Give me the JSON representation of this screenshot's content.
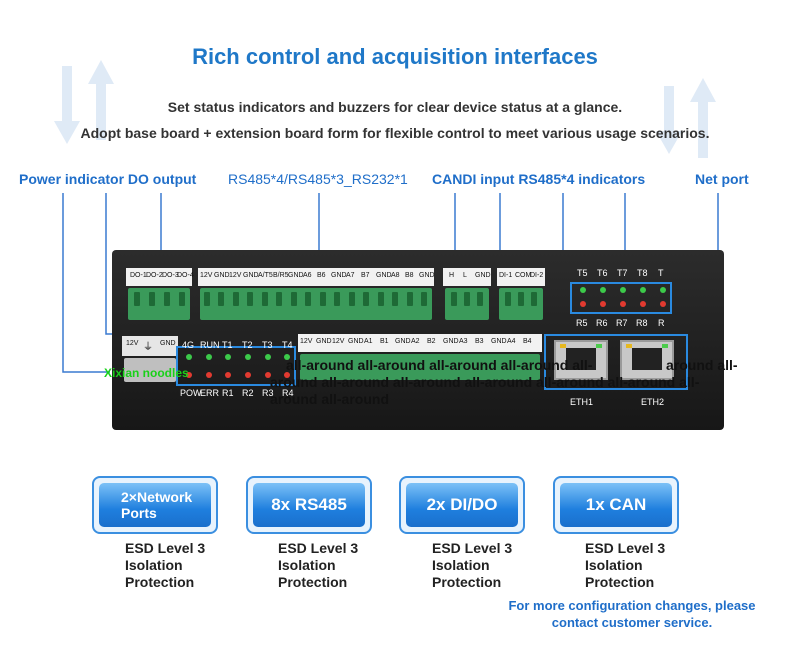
{
  "header": {
    "title": "Rich control and acquisition interfaces",
    "line1": "Set status indicators and buzzers for clear device status at a glance.",
    "line2": "Adopt base board + extension board form for flexible control to meet various usage scenarios."
  },
  "callouts": {
    "power_do": "Power indicator DO output",
    "rs485": "RS485*4/RS485*3_RS232*1",
    "can_di": "CANDI input RS485*4 indicators",
    "net_port": "Net port"
  },
  "device": {
    "left_terminal_labels": [
      "DO-1",
      "DO-2",
      "DO-3",
      "DO-4"
    ],
    "main_terminal_labels": [
      "12V",
      "GND",
      "12V",
      "GND",
      "A/T5",
      "B/R5",
      "GND",
      "A6",
      "B6",
      "GND",
      "A7",
      "B7",
      "GND",
      "A8",
      "B8",
      "GND"
    ],
    "can_labels": [
      "H",
      "L",
      "GND"
    ],
    "di_labels": [
      "DI-1",
      "COM",
      "DI-2"
    ],
    "lower_terminal_labels": [
      "12V",
      "GND",
      "12V",
      "GND",
      "A1",
      "B1",
      "GND",
      "A2",
      "B2",
      "GND",
      "A3",
      "B3",
      "GND",
      "A4",
      "B4"
    ],
    "status_labels_top": [
      "4G",
      "RUN",
      "T1",
      "T2",
      "T3",
      "T4"
    ],
    "status_labels_bottom": [
      "POW",
      "ERR",
      "R1",
      "R2",
      "R3",
      "R4"
    ],
    "net_led_top": [
      "T5",
      "T6",
      "T7",
      "T8",
      "T"
    ],
    "net_led_bottom": [
      "R5",
      "R6",
      "R7",
      "R8",
      "R"
    ],
    "eth_labels": [
      "ETH1",
      "ETH2"
    ],
    "power_block_label": "12V",
    "gnd_label": "GND"
  },
  "overlay": {
    "green_label": "Xixian noodles",
    "line1": "all-around all-around all-around all-around all-",
    "line1b": "around all-",
    "line2": "around all-around all-around all-around all-around all-around all-",
    "line3": "around all-around"
  },
  "features": [
    {
      "label": "2×Network Ports",
      "desc1": "ESD Level 3",
      "desc2": "Isolation",
      "desc3": "Protection"
    },
    {
      "label": "8x RS485",
      "desc1": "ESD Level 3",
      "desc2": "Isolation",
      "desc3": "Protection"
    },
    {
      "label": "2x DI/DO",
      "desc1": "ESD Level 3",
      "desc2": "Isolation",
      "desc3": "Protection"
    },
    {
      "label": "1x CAN",
      "desc1": "ESD Level 3",
      "desc2": "Isolation",
      "desc3": "Protection"
    }
  ],
  "footer": {
    "line1": "For more configuration changes, please",
    "line2": "contact customer service."
  },
  "colors": {
    "accent": "#1f78c8",
    "callout_line": "#3a7ad0",
    "device_body": "#1f1f1f",
    "terminal_green": "#3a9a5a"
  },
  "icons": [
    "up-arrow-icon",
    "down-arrow-icon",
    "ground-icon"
  ]
}
